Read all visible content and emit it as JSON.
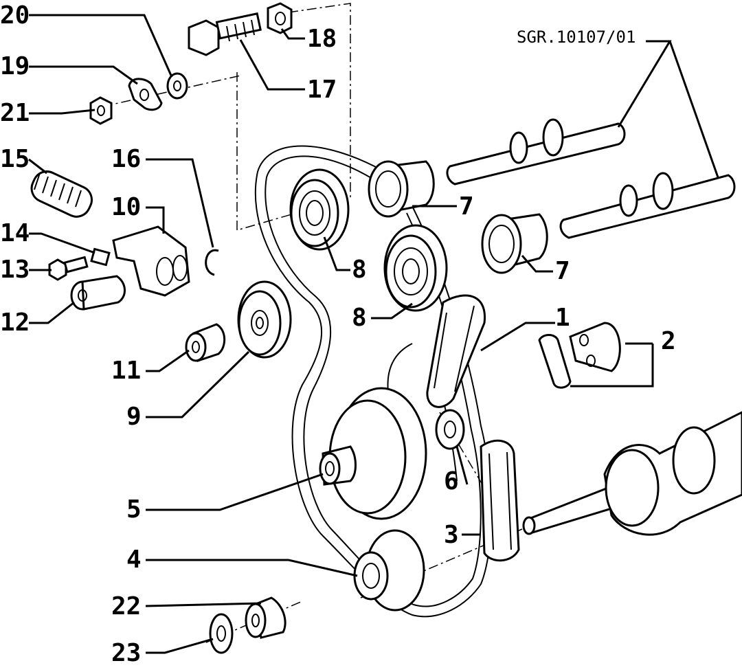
{
  "diagram": {
    "reference_code": "SGR.10107/01",
    "callouts": [
      "20",
      "19",
      "21",
      "15",
      "16",
      "10",
      "14",
      "13",
      "12",
      "11",
      "9",
      "18",
      "17",
      "7",
      "7",
      "8",
      "8",
      "1",
      "2",
      "5",
      "6",
      "3",
      "4",
      "22",
      "23"
    ]
  },
  "colors": {
    "ink": "#000000",
    "paper": "#ffffff"
  }
}
